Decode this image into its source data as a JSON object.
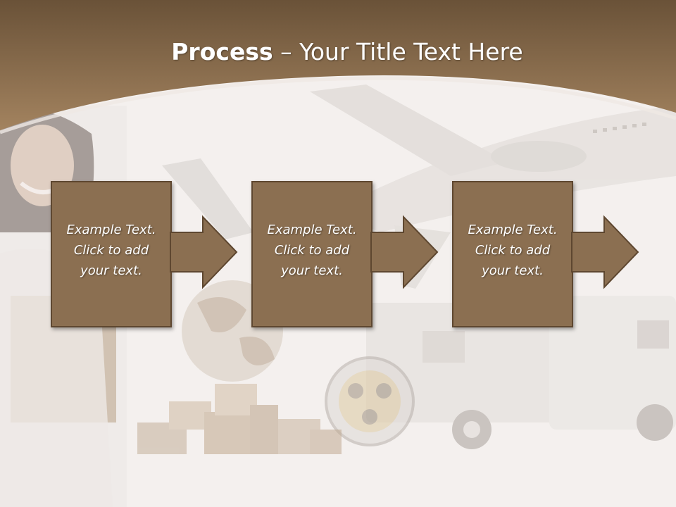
{
  "title": {
    "bold": "Process",
    "rest": " – Your Title Text Here"
  },
  "steps": [
    {
      "lines": [
        "Example Text.",
        "Click  to add",
        "your text."
      ]
    },
    {
      "lines": [
        "Example Text.",
        "Click  to add",
        "your text."
      ]
    },
    {
      "lines": [
        "Example Text.",
        "Click  to add",
        "your text."
      ]
    }
  ],
  "colors": {
    "banner_dark": "#6a5238",
    "banner_light": "#a3835f",
    "box_fill": "#8b6f51",
    "box_border": "#5e4730",
    "background": "#f4f1ee"
  }
}
